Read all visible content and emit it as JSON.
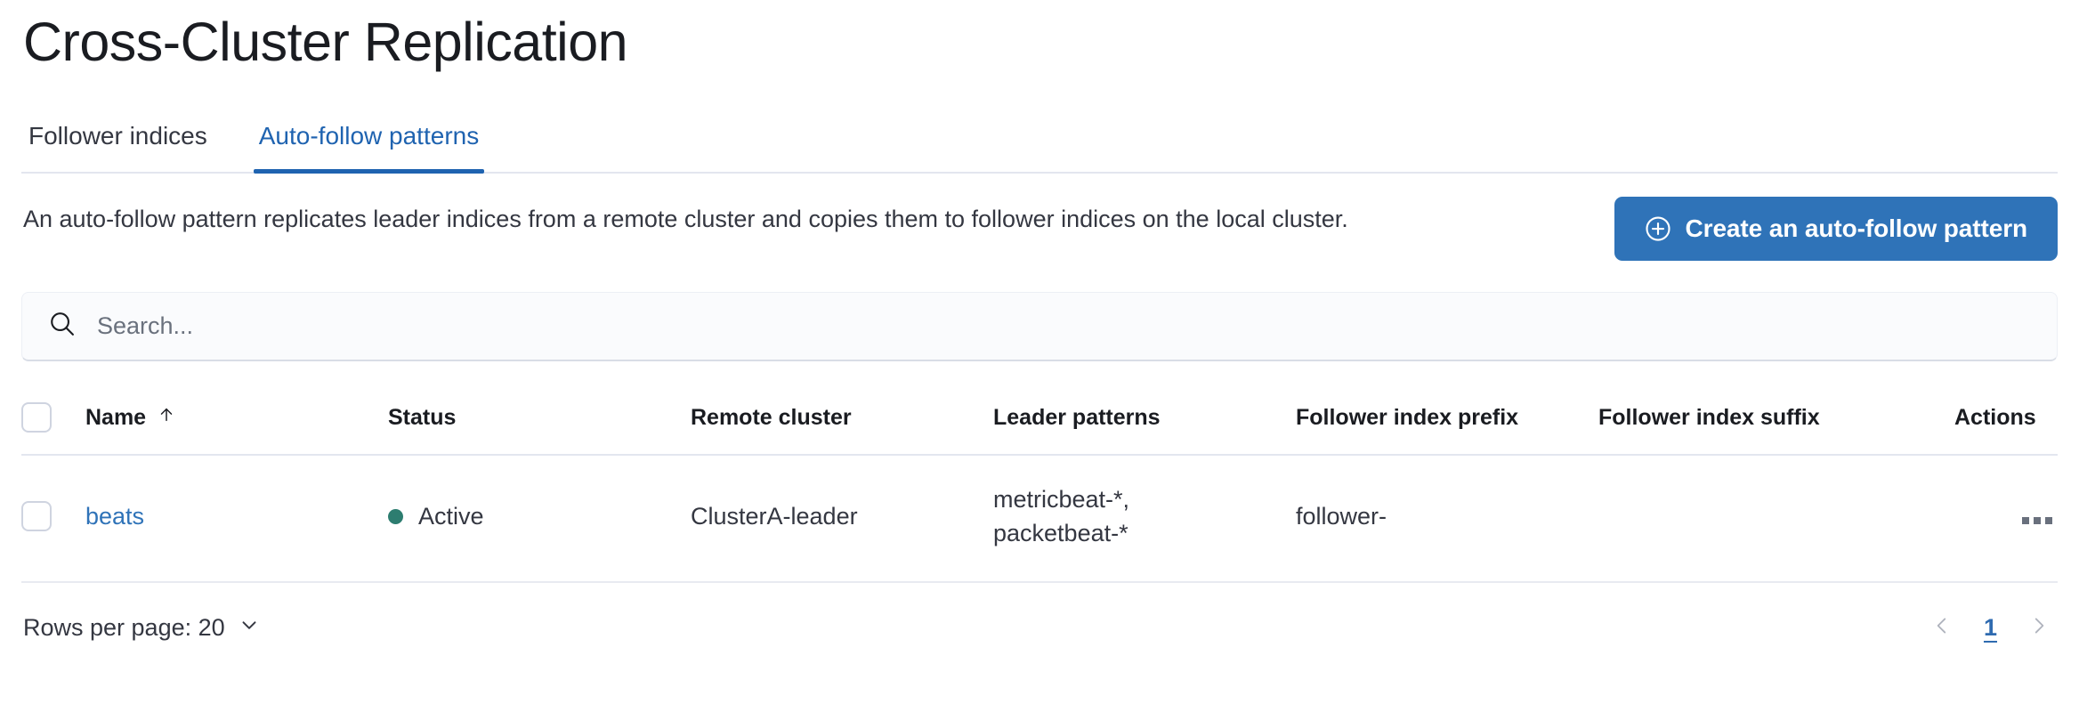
{
  "page": {
    "title": "Cross-Cluster Replication"
  },
  "tabs": [
    {
      "label": "Follower indices",
      "active": false
    },
    {
      "label": "Auto-follow patterns",
      "active": true
    }
  ],
  "description": {
    "text": "An auto-follow pattern replicates leader indices from a remote cluster and copies them to follower indices on the local cluster."
  },
  "create_button": {
    "label": "Create an auto-follow pattern",
    "icon": "plus-in-circle-icon",
    "color": "#2f73b8"
  },
  "search": {
    "placeholder": "Search...",
    "value": "",
    "icon": "search-icon"
  },
  "table": {
    "columns": [
      "Name",
      "Status",
      "Remote cluster",
      "Leader patterns",
      "Follower index prefix",
      "Follower index suffix",
      "Actions"
    ],
    "sort": {
      "column": "Name",
      "direction": "ascending",
      "icon": "arrow-up-icon"
    },
    "rows": [
      {
        "selected": false,
        "name": "beats",
        "status": "Active",
        "status_color": "#2d7d70",
        "remote_cluster": "ClusterA-leader",
        "leader_patterns": "metricbeat-*,\npacketbeat-*",
        "follower_index_prefix": "follower-",
        "follower_index_suffix": "",
        "actions_icon": "ellipsis-horizontal-icon"
      }
    ]
  },
  "footer": {
    "rows_per_page_label": "Rows per page: 20",
    "rows_per_page_icon": "chevron-down-icon",
    "prev_icon": "chevron-left-icon",
    "next_icon": "chevron-right-icon",
    "current_page": "1"
  }
}
